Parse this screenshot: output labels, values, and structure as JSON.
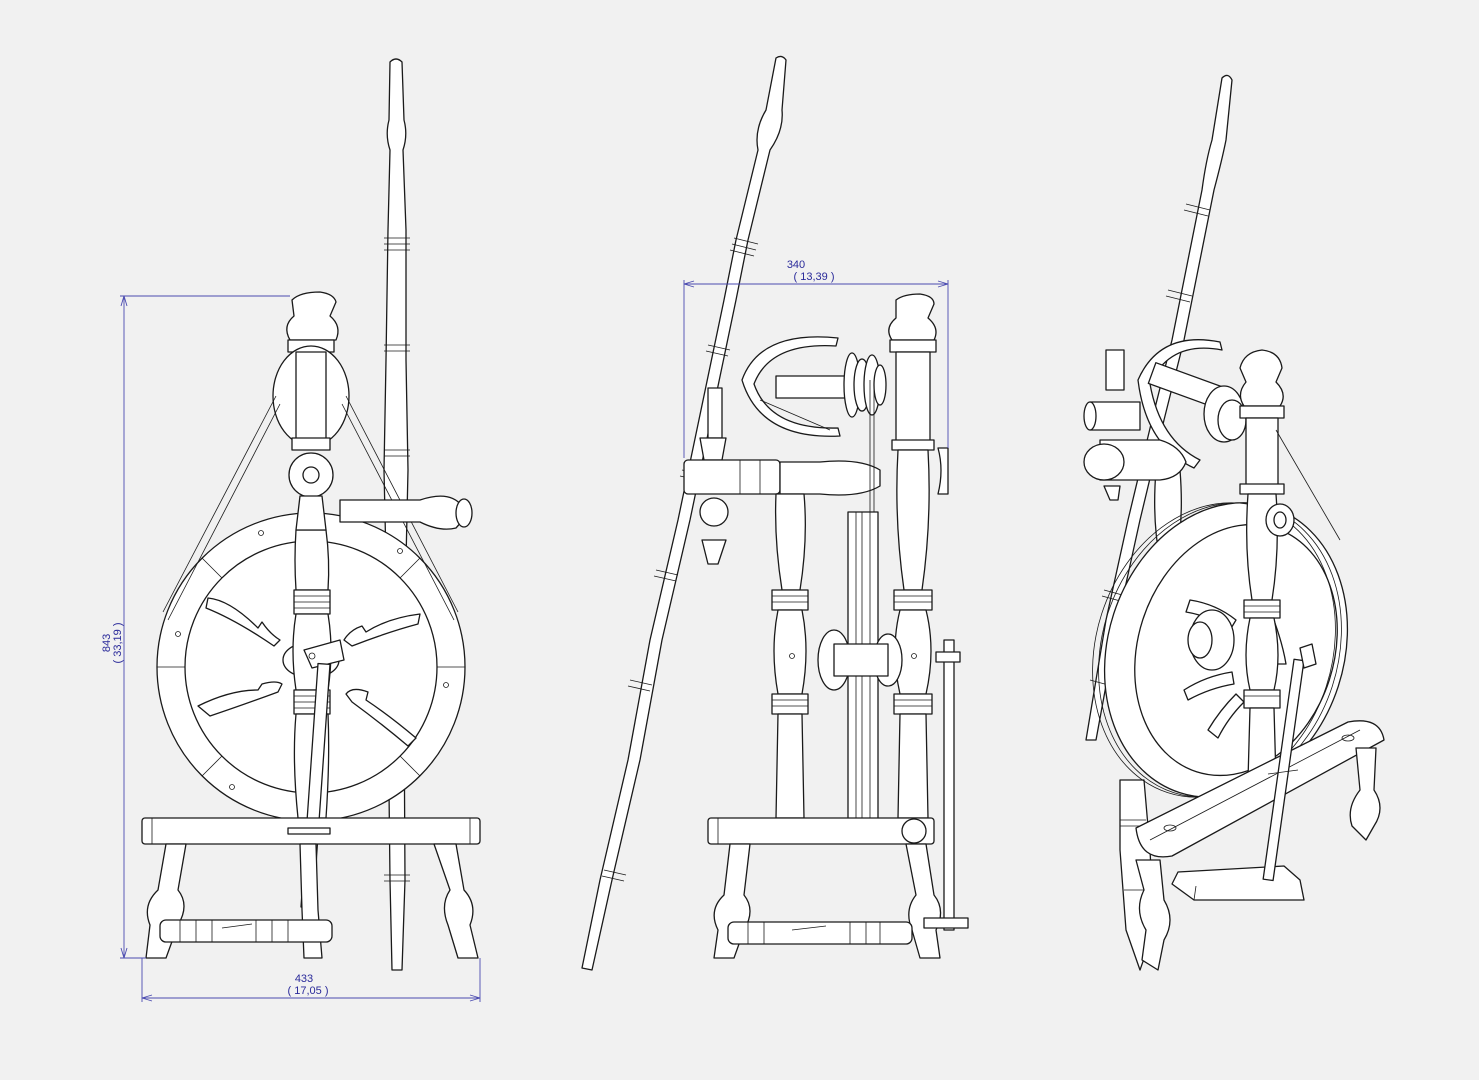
{
  "colors": {
    "background": "#f1f1f1",
    "line": "#1a1a1a",
    "dimension": "#2a2a9a"
  },
  "dimensions": {
    "width": {
      "value": "433",
      "alt": "( 17,05 )"
    },
    "height": {
      "value": "843",
      "alt": "( 33,19 )"
    },
    "depth": {
      "value": "340",
      "alt": "( 13,39 )"
    }
  }
}
